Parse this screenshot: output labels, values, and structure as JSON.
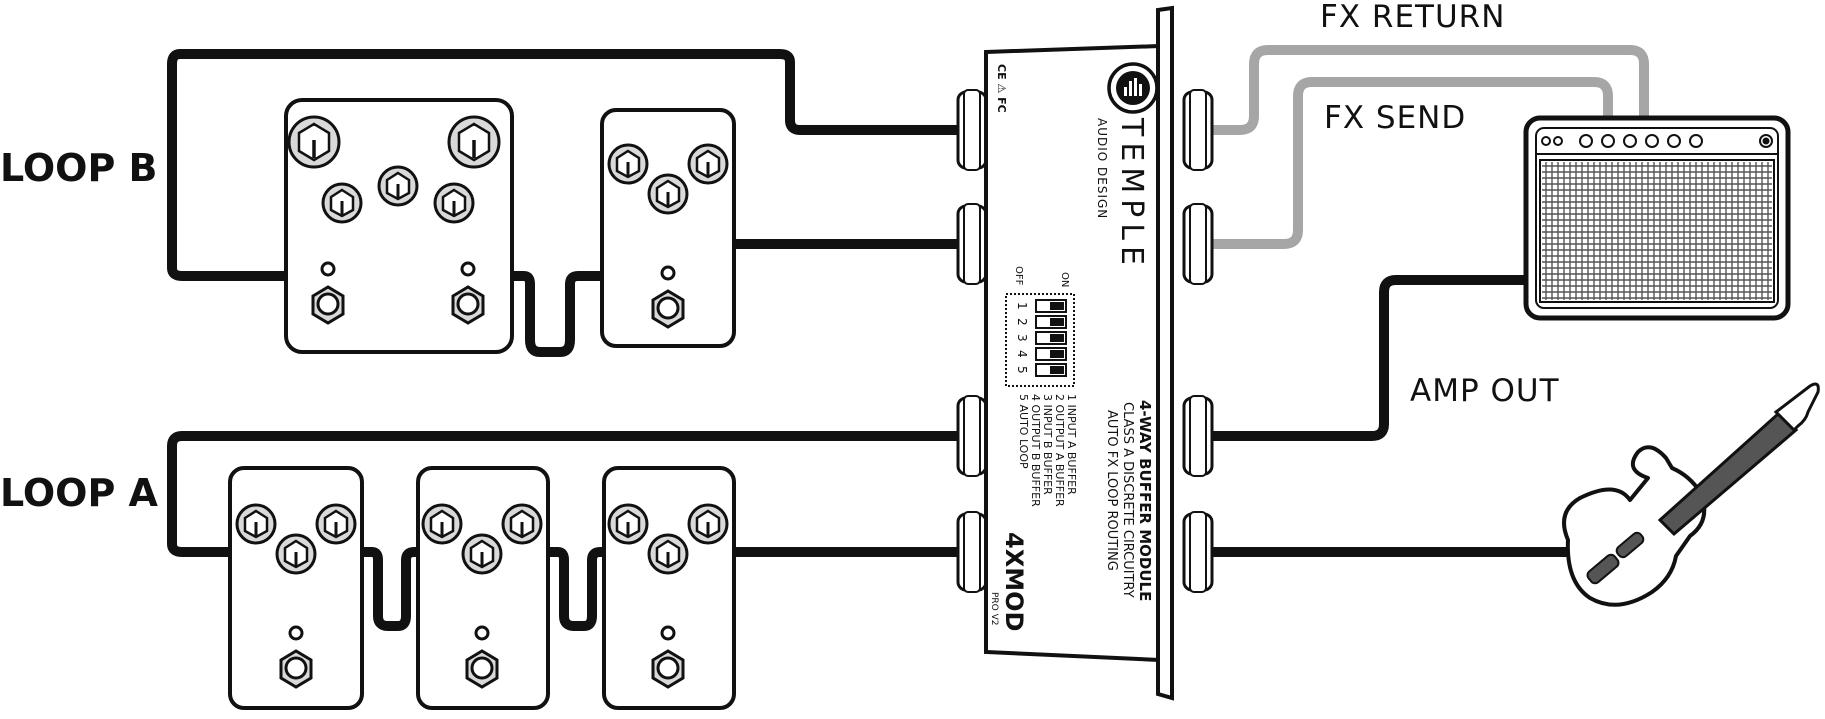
{
  "labels": {
    "loop_b": "LOOP B",
    "loop_a": "LOOP A",
    "fx_return": "FX RETURN",
    "fx_send": "FX SEND",
    "amp_out": "AMP OUT"
  },
  "module": {
    "brand": "TEMPLE",
    "brand_sub": "AUDIO DESIGN",
    "title": "4-WAY BUFFER MODULE",
    "line2": "CLASS A DISCRETE CIRCUITRY",
    "line3": "AUTO FX LOOP ROUTING",
    "model": "4XMOD",
    "model_sub": "PRO V2",
    "certs": "CE ⚠ FC",
    "dip_on": "ON",
    "dip_off": "OFF",
    "dip_numbers": [
      "1",
      "2",
      "3",
      "4",
      "5"
    ],
    "dip_items": [
      "1 INPUT A BUFFER",
      "2 OUTPUT A BUFFER",
      "3 INPUT B BUFFER",
      "4 OUTPUT B BUFFER",
      "5 AUTO LOOP"
    ]
  },
  "colors": {
    "cable": "#111111",
    "fx_cable": "#a6a6a6",
    "knob_fill": "#d9d9d9",
    "pedal_fill": "#ffffff",
    "outline": "#111111"
  },
  "icons": [
    "pedal-icon",
    "amplifier-icon",
    "guitar-icon",
    "temple-logo-icon"
  ]
}
